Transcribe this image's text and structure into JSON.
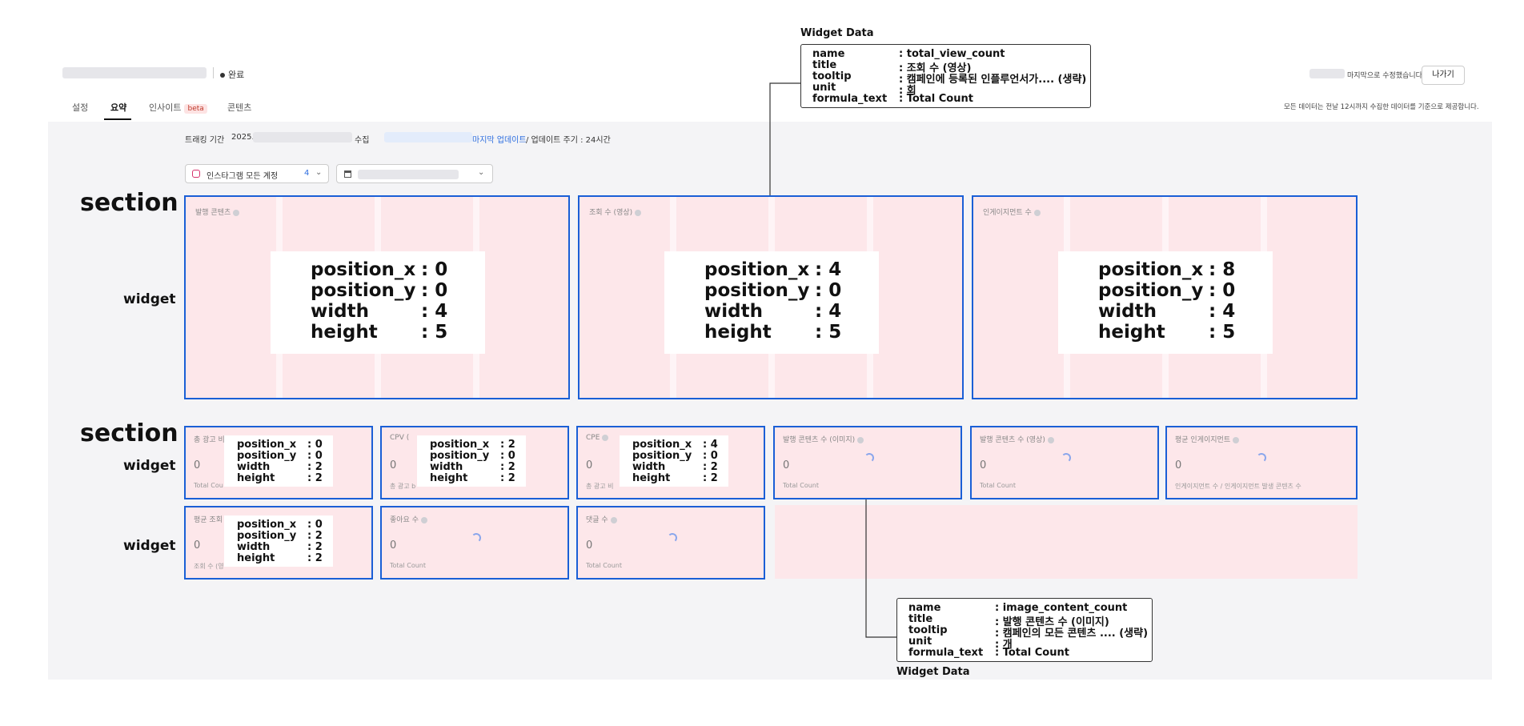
{
  "header": {
    "status": "완료",
    "last_modified": "마지막으로 수정했습니다.",
    "exit_label": "나가기",
    "notice": "모든 데이터는 전날 12시까지 수집한 데이터를 기준으로 제공합니다."
  },
  "tabs": [
    {
      "label": "설정",
      "badge": ""
    },
    {
      "label": "요약",
      "badge": ""
    },
    {
      "label": "인사이트",
      "badge": "beta"
    },
    {
      "label": "콘텐츠",
      "badge": ""
    }
  ],
  "tracking": {
    "label": "트래킹 기간",
    "year": "2025.",
    "collect": "수집",
    "last_update": "마지막 업데이트",
    "cycle": "/ 업데이트 주기 : 24시간"
  },
  "filters": {
    "account_label": "인스타그램 모든 계정",
    "account_count": "4"
  },
  "annotations": {
    "section": "section",
    "widget": "widget",
    "widget_data": "Widget Data"
  },
  "field_labels": {
    "position_x": "position_x",
    "position_y": "position_y",
    "width": "width",
    "height": "height"
  },
  "section1": [
    {
      "title": "발행 콘텐츠",
      "pos": {
        "x": ": 0",
        "y": ": 0",
        "w": ": 4",
        "h": ": 5"
      }
    },
    {
      "title": "조회 수 (영상)",
      "pos": {
        "x": ": 4",
        "y": ": 0",
        "w": ": 4",
        "h": ": 5"
      }
    },
    {
      "title": "인게이지먼트 수",
      "pos": {
        "x": ": 8",
        "y": ": 0",
        "w": ": 4",
        "h": ": 5"
      }
    }
  ],
  "section2_row1": [
    {
      "title": "총 광고 비",
      "value": "0",
      "foot": "Total Cou",
      "pos": {
        "x": ": 0",
        "y": ": 0",
        "w": ": 2",
        "h": ": 2"
      }
    },
    {
      "title": "CPV (",
      "value": "0",
      "foot": "총 광고 b",
      "pos": {
        "x": ": 2",
        "y": ": 0",
        "w": ": 2",
        "h": ": 2"
      }
    },
    {
      "title": "CPE",
      "value": "0",
      "foot": "총 광고 비",
      "pos": {
        "x": ": 4",
        "y": ": 0",
        "w": ": 2",
        "h": ": 2"
      }
    },
    {
      "title": "발행 콘텐츠 수 (이미지)",
      "value": "0",
      "foot": "Total Count"
    },
    {
      "title": "발행 콘텐츠 수 (영상)",
      "value": "0",
      "foot": "Total Count"
    },
    {
      "title": "평균 인게이지먼트",
      "value": "0",
      "foot": "인게이지먼트 수 / 인게이지먼트 발생 콘텐츠 수"
    }
  ],
  "section2_row2": [
    {
      "title": "평균 조회",
      "value": "0",
      "foot": "조회 수 (영",
      "pos": {
        "x": ": 0",
        "y": ": 2",
        "w": ": 2",
        "h": ": 2"
      }
    },
    {
      "title": "좋아요 수",
      "value": "0",
      "foot": "Total Count"
    },
    {
      "title": "댓글 수",
      "value": "0",
      "foot": "Total Count"
    }
  ],
  "widget_data_top": {
    "keys": [
      "name",
      "title",
      "tooltip",
      "unit",
      "formula_text"
    ],
    "values": [
      ": total_view_count",
      ": 조회 수 (영상)",
      ": 캠페인에 등록된 인플루언서가.... (생략)",
      ": 회",
      ": Total Count"
    ]
  },
  "widget_data_bottom": {
    "keys": [
      "name",
      "title",
      "tooltip",
      "unit",
      "formula_text"
    ],
    "values": [
      ": image_content_count",
      ": 발행 콘텐츠 수 (이미지)",
      ": 캠페인의 모든 콘텐츠 .... (생략)",
      ": 개",
      ": Total Count"
    ]
  },
  "colors": {
    "accent_blue": "#1a5fd6",
    "widget_fill": "#fde7ea",
    "canvas_bg": "#f4f4f6"
  }
}
